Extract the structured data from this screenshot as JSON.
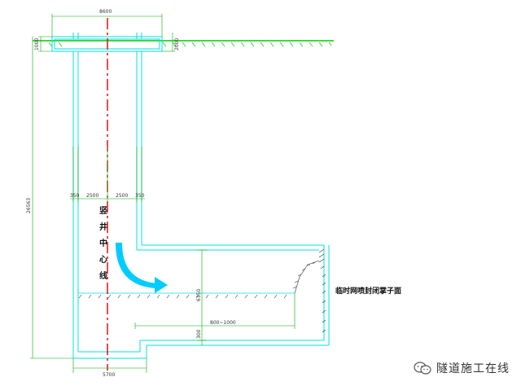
{
  "dimensions": {
    "top_width": "8600",
    "top_left_depth": "1000",
    "top_right_depth": "2000",
    "total_depth": "26563",
    "wall_left": "350",
    "half_left": "2500",
    "half_right": "2500",
    "wall_right": "350",
    "passage_height": "6350",
    "floor_range": "800~1000",
    "floor_thickness": "300",
    "bottom_width": "5700"
  },
  "labels": {
    "shaft_center_line": [
      "竖",
      "井",
      "中",
      "心",
      "线"
    ],
    "face_seal": "临时网喷封闭掌子面"
  },
  "watermark": {
    "text": "隧道施工在线",
    "icon": "wechat-icon"
  },
  "colors": {
    "structure": "#00e0e0",
    "ground": "#00cc00",
    "center_line": "#e00000",
    "dimension": "#00aa00",
    "arrow": "#00ccff"
  }
}
